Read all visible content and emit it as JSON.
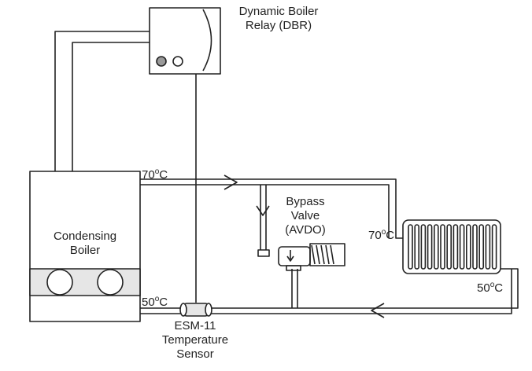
{
  "dbr": {
    "line1": "Dynamic Boiler",
    "line2": "Relay (DBR)"
  },
  "boiler": {
    "line1": "Condensing",
    "line2": "Boiler"
  },
  "bypass": {
    "line1": "Bypass",
    "line2": "Valve",
    "line3": "(AVDO)"
  },
  "sensor": {
    "line1": "ESM-11",
    "line2": "Temperature",
    "line3": "Sensor"
  },
  "temps": {
    "flow_out": "70",
    "radiator_in": "70",
    "radiator_out": "50",
    "return_in": "50",
    "unit": "C",
    "degree": "o"
  },
  "colors": {
    "line": "#222222",
    "fill_grey": "#e6e6e6",
    "knob": "#9a9a9a"
  }
}
